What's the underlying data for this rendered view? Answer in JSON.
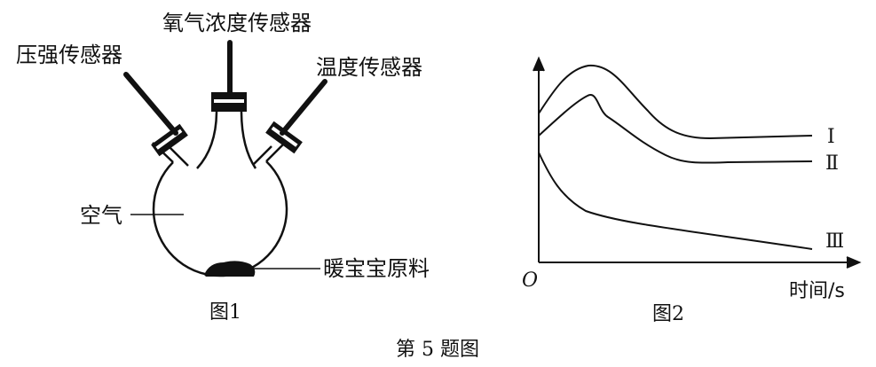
{
  "figure1": {
    "labels": {
      "pressure_sensor": "压强传感器",
      "oxygen_sensor": "氧气浓度传感器",
      "temperature_sensor": "温度传感器",
      "air": "空气",
      "material": "暖宝宝原料"
    },
    "caption": "图1"
  },
  "figure2": {
    "origin": "O",
    "xlabel": "时间/s",
    "curve_labels": [
      "Ⅰ",
      "Ⅱ",
      "Ⅲ"
    ],
    "caption": "图2"
  },
  "caption": "第 5 题图"
}
